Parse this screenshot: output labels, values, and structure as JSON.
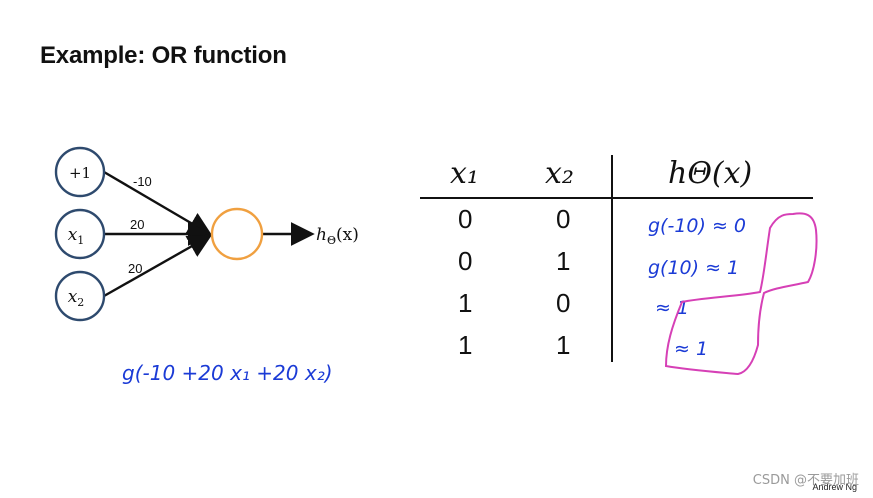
{
  "title": "Example: OR function",
  "network": {
    "bias_node": "+1",
    "input_nodes": [
      "x",
      "x"
    ],
    "input_subscripts": [
      "1",
      "2"
    ],
    "weights": [
      "-10",
      "20",
      "20"
    ],
    "output_label": "h",
    "output_subscript": "Θ",
    "output_arg": "(x)",
    "node_border_color": "#2e4a6e",
    "output_node_color": "#f0a040"
  },
  "handwritten_formula": "g(-10 +20 x₁ +20 x₂)",
  "table": {
    "headers": [
      "x₁",
      "x₂",
      "hΘ(x)"
    ],
    "rows": [
      [
        "0",
        "0"
      ],
      [
        "0",
        "1"
      ],
      [
        "1",
        "0"
      ],
      [
        "1",
        "1"
      ]
    ],
    "handwritten_outputs": [
      "g(-10) ≈ 0",
      "g(10) ≈ 1",
      "≈ 1",
      "≈ 1"
    ],
    "annotation_color": "#1b3bd6",
    "highlight_color": "#d640b6"
  },
  "credit": "Andrew Ng",
  "watermark": "CSDN @不要加班"
}
